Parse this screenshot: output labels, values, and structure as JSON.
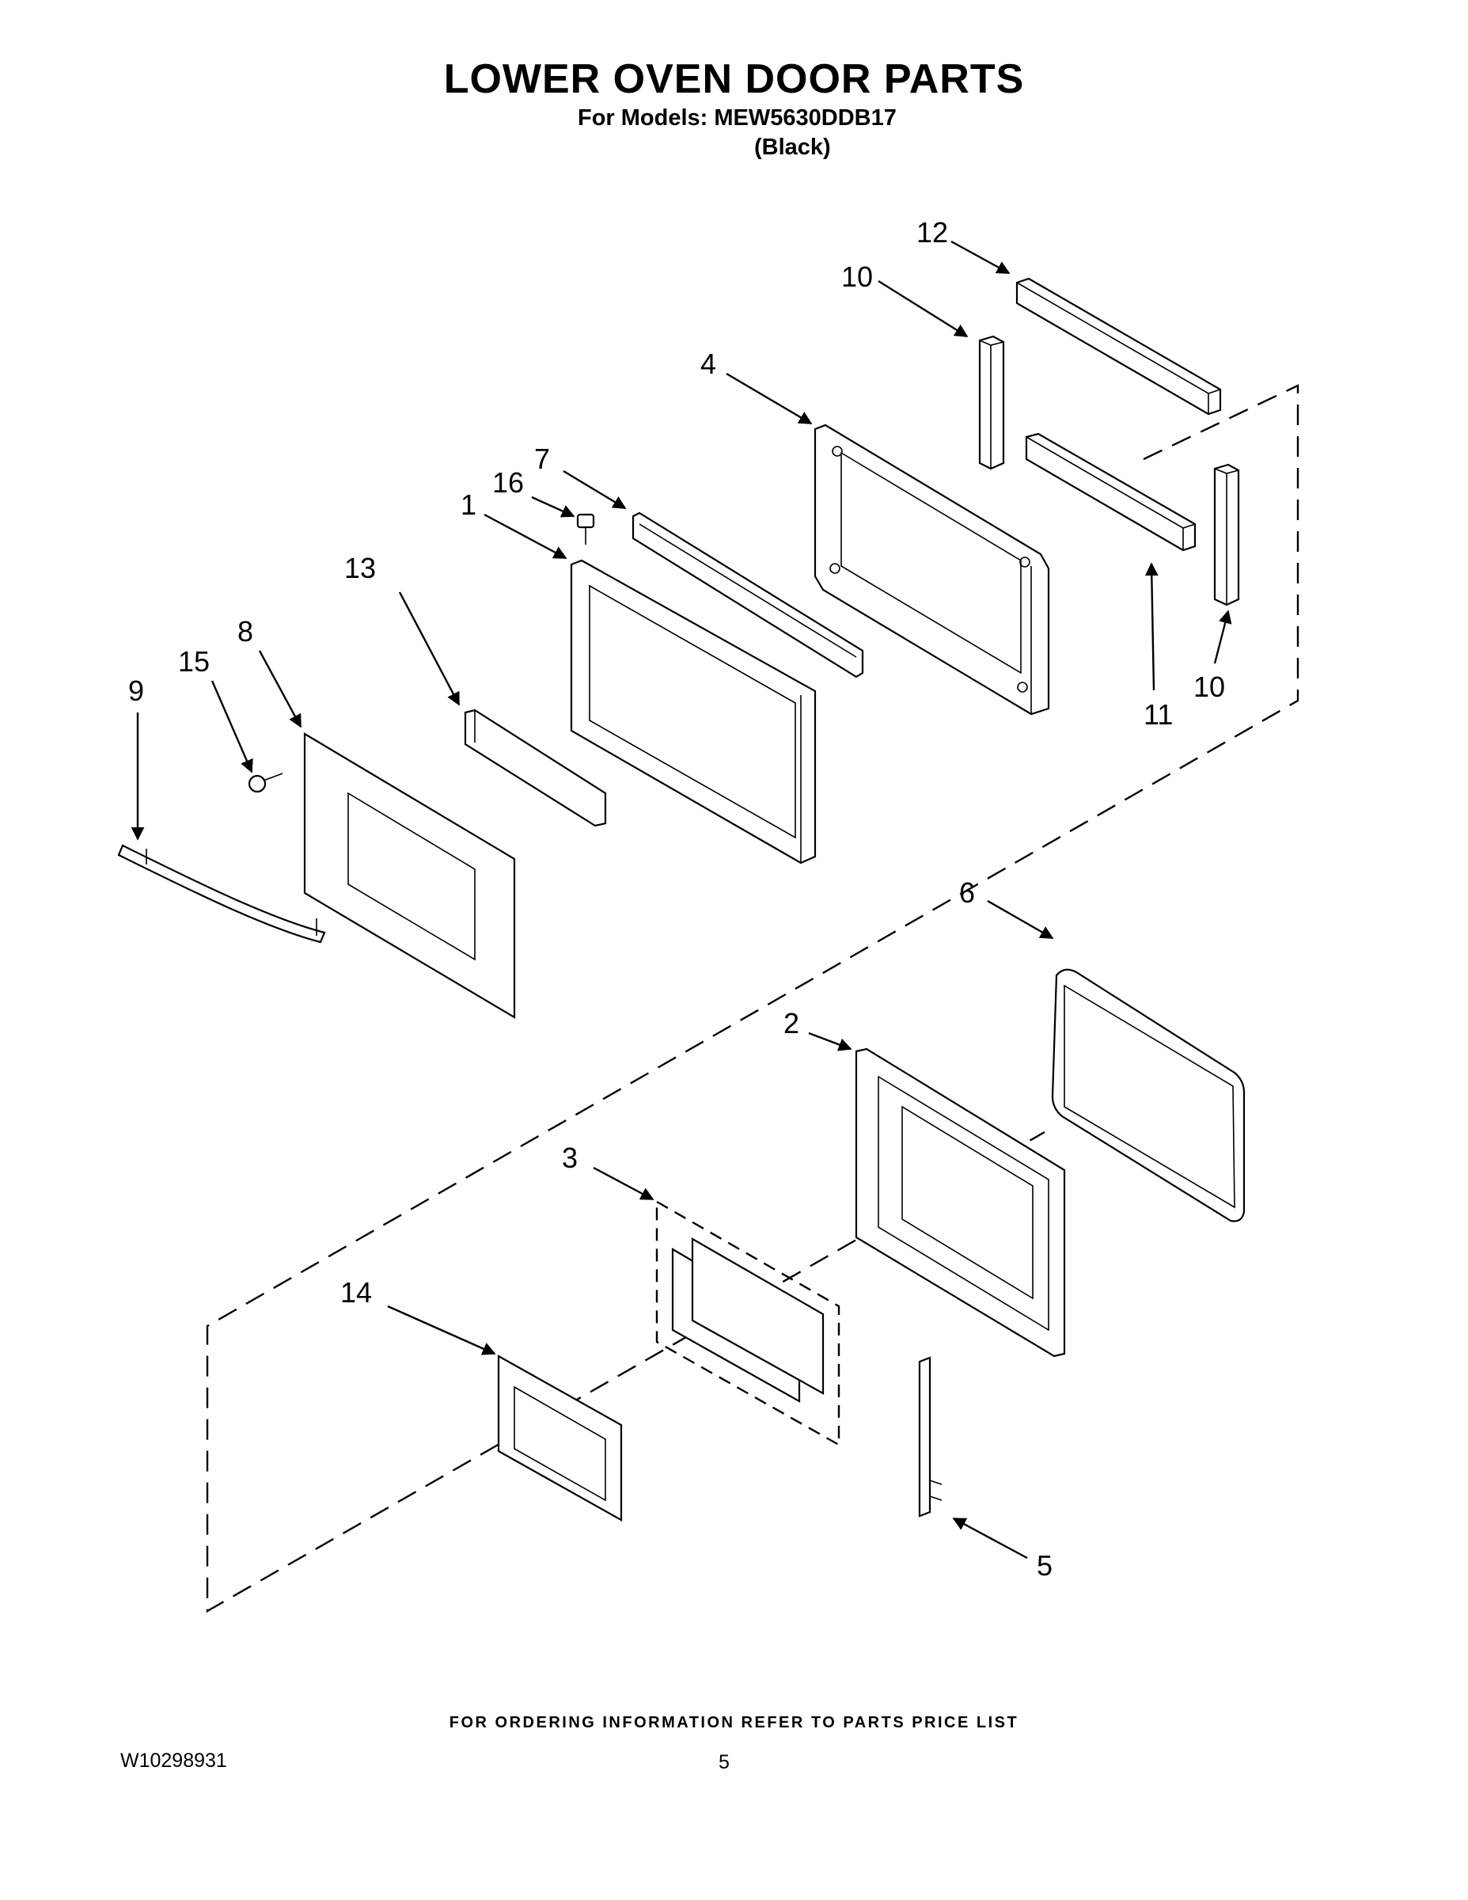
{
  "header": {
    "title": "LOWER OVEN DOOR PARTS",
    "subtitle": "For Models: MEW5630DDB17",
    "color": "(Black)"
  },
  "callouts": {
    "c1": "1",
    "c2": "2",
    "c3": "3",
    "c4": "4",
    "c5": "5",
    "c6": "6",
    "c7": "7",
    "c8": "8",
    "c9": "9",
    "c10a": "10",
    "c10b": "10",
    "c11": "11",
    "c12": "12",
    "c13": "13",
    "c14": "14",
    "c15": "15",
    "c16": "16"
  },
  "footer": {
    "ordering": "FOR ORDERING INFORMATION REFER TO PARTS PRICE LIST",
    "doc_number": "W10298931",
    "page_number": "5"
  },
  "colors": {
    "ink": "#000000",
    "paper": "#ffffff"
  }
}
